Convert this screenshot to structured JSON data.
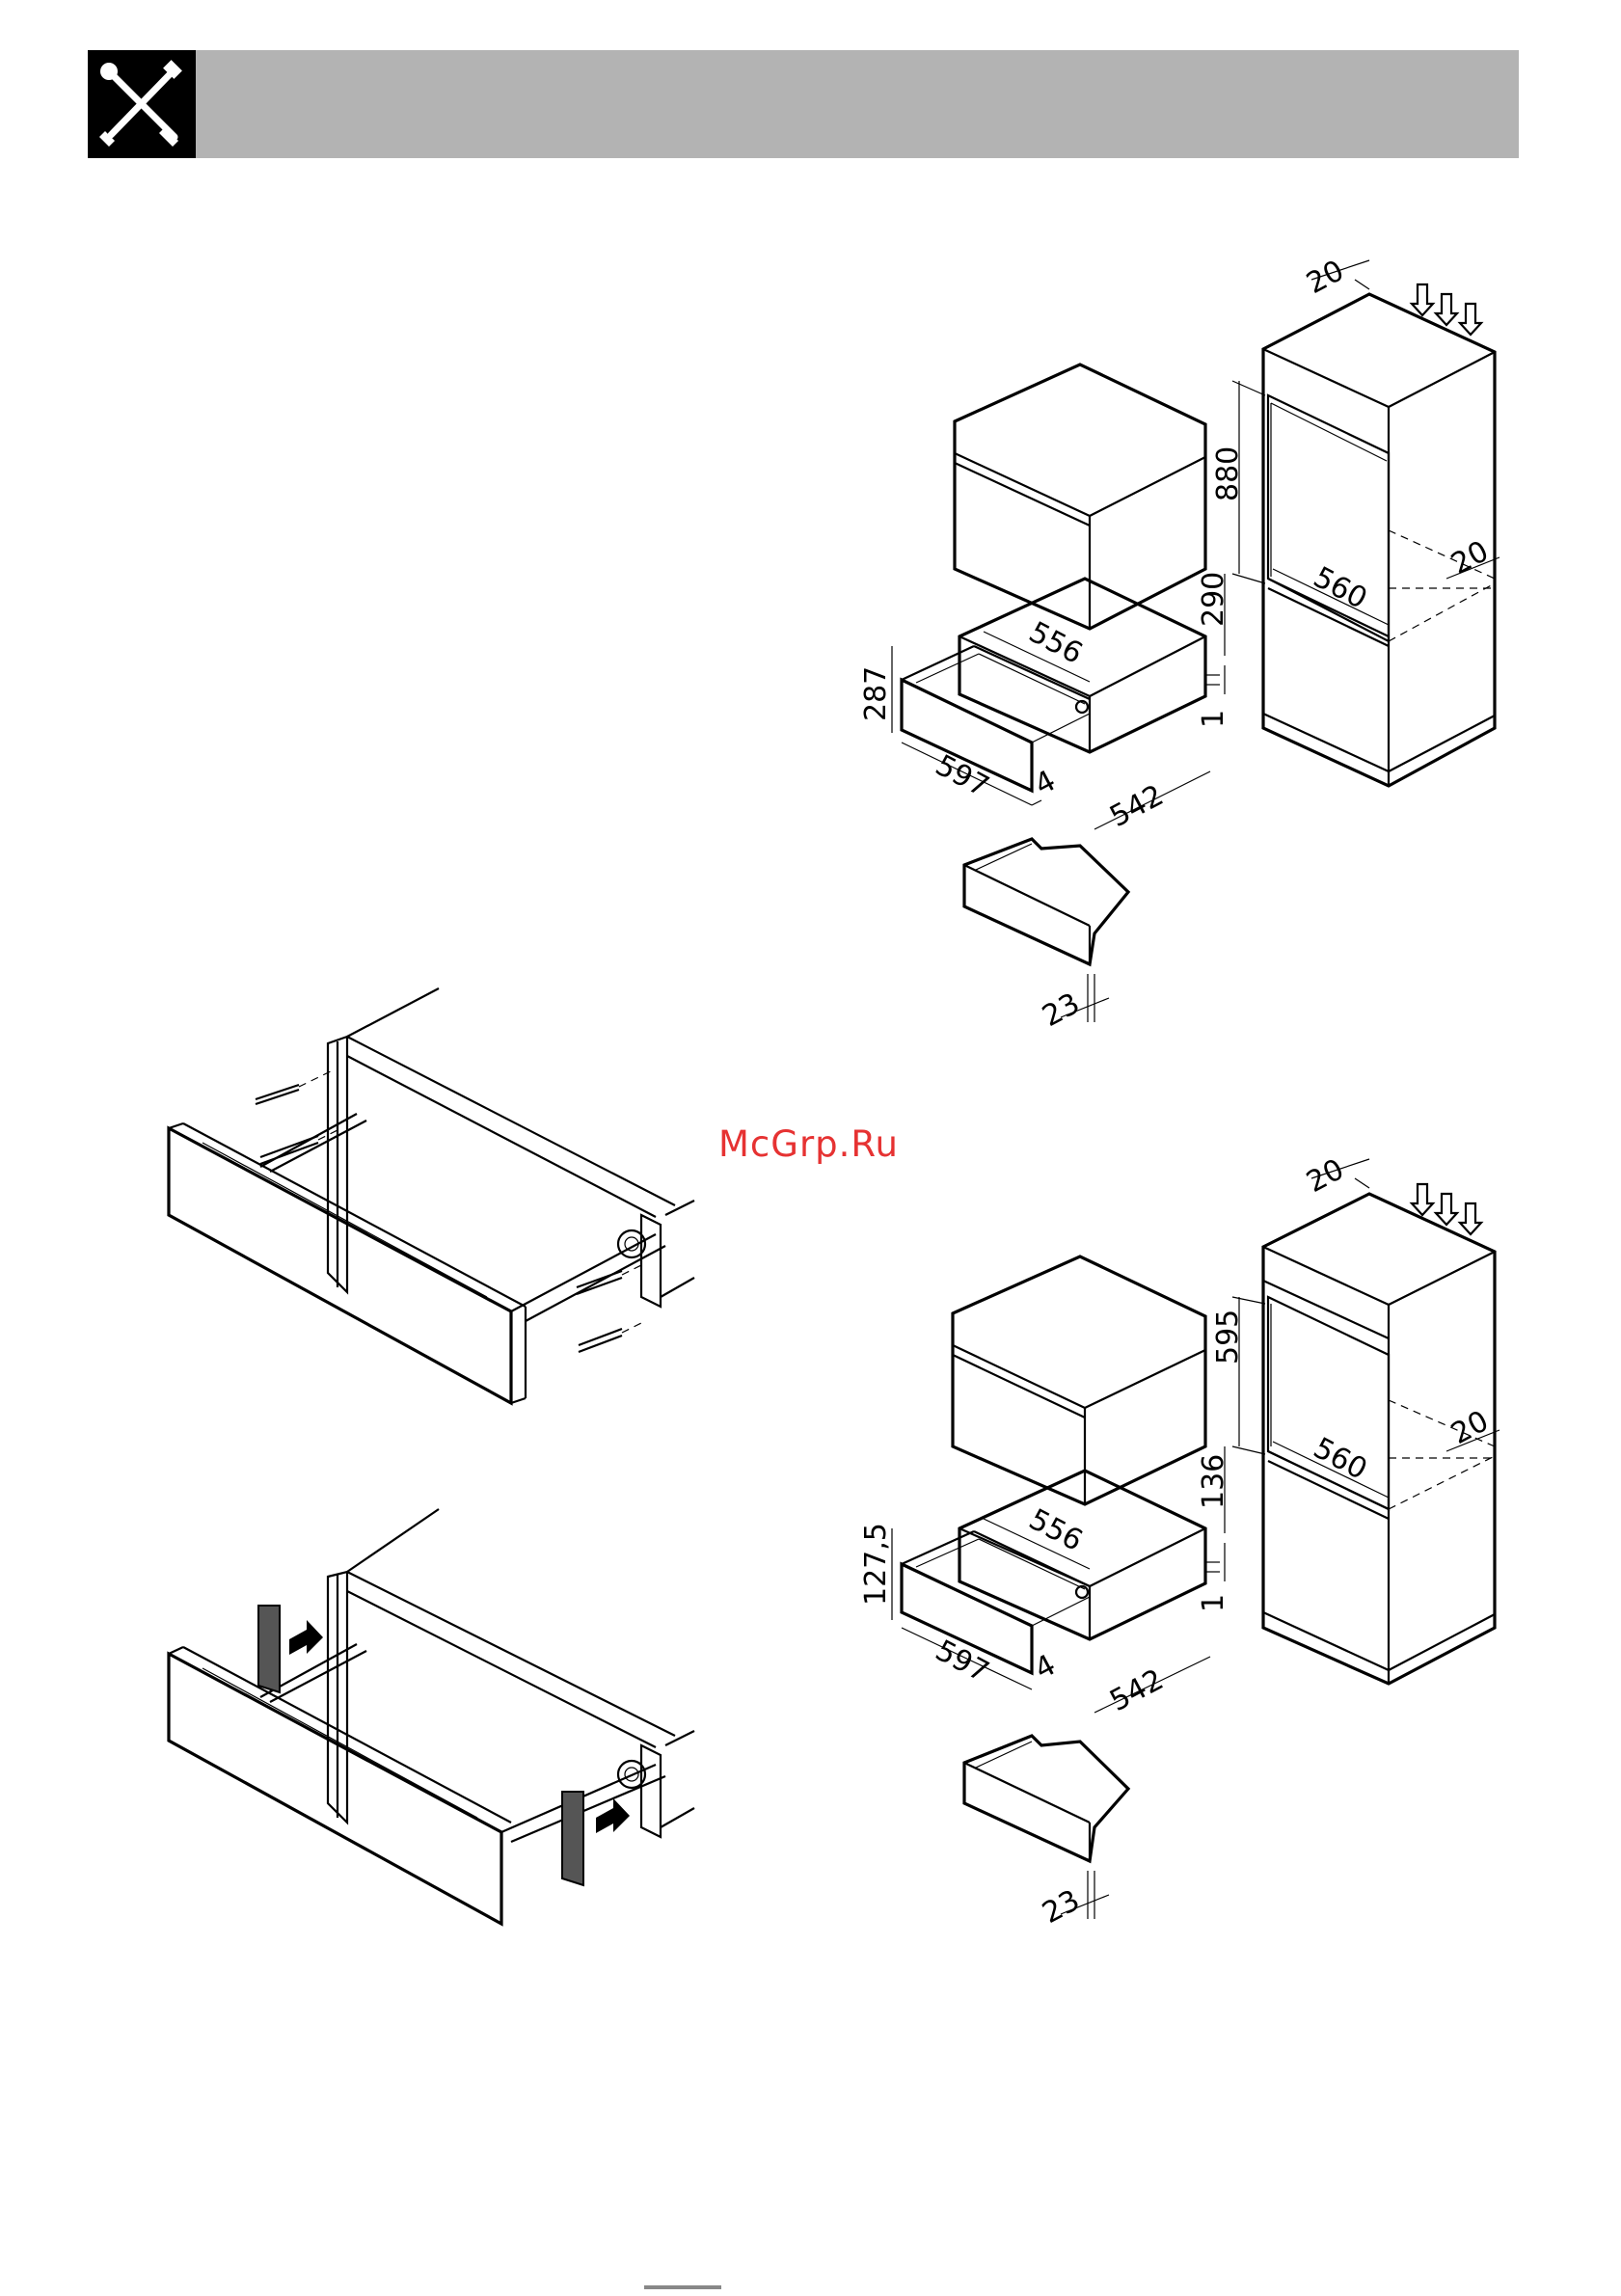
{
  "watermark": "McGrp.Ru",
  "header": {
    "icon": "tools-icon"
  },
  "diagram_top": {
    "dims": {
      "d20a": "20",
      "d880": "880",
      "d20b": "20",
      "d560": "560",
      "d290": "290",
      "d556": "556",
      "d287": "287",
      "d1": "1",
      "d597": "597",
      "d4": "4",
      "d542": "542",
      "d23": "23"
    }
  },
  "diagram_bottom": {
    "dims": {
      "d20a": "20",
      "d595": "595",
      "d20b": "20",
      "d560": "560",
      "d136": "136",
      "d556": "556",
      "d1275": "127,5",
      "d1": "1",
      "d597": "597",
      "d4": "4",
      "d542": "542",
      "d23": "23"
    }
  },
  "colors": {
    "header": "#b3b3b3",
    "watermark": "#e63232"
  }
}
